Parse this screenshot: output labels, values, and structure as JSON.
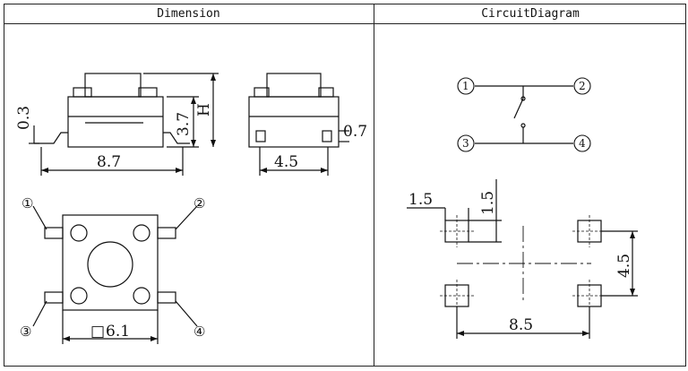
{
  "panels": {
    "dimension_title": "Dimension",
    "circuit_title": "CircuitDiagram"
  },
  "dimension": {
    "side_view": {
      "terminal_offset": "0.3",
      "body_height": "3.7",
      "total_height": "H",
      "length": "8.7"
    },
    "front_view": {
      "lead_thickness": "0.7",
      "width": "4.5"
    },
    "top_view": {
      "body_size": "6.1",
      "square_symbol": "□",
      "pins": [
        "①",
        "②",
        "③",
        "④"
      ]
    }
  },
  "circuit": {
    "switch": {
      "pins": [
        "1",
        "2",
        "3",
        "4"
      ]
    },
    "footprint": {
      "pad_width": "1.5",
      "pad_height": "1.5",
      "pitch_x": "8.5",
      "pitch_y": "4.5"
    }
  }
}
